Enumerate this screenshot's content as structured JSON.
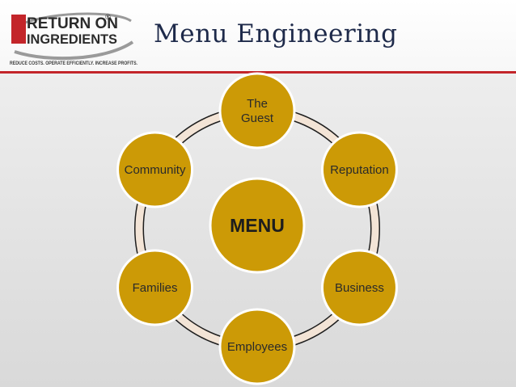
{
  "header": {
    "title": "Menu Engineering",
    "logo": {
      "line1": "RETURN ON",
      "registered": "®",
      "line2": "INGREDIENTS",
      "tagline": "REDUCE COSTS. OPERATE EFFICIENTLY. INCREASE PROFITS."
    }
  },
  "diagram": {
    "center": "MENU",
    "nodes": [
      {
        "lines": [
          "The",
          "Guest"
        ]
      },
      {
        "lines": [
          "Reputation"
        ]
      },
      {
        "lines": [
          "Business"
        ]
      },
      {
        "lines": [
          "Employees"
        ]
      },
      {
        "lines": [
          "Families"
        ]
      },
      {
        "lines": [
          "Community"
        ]
      }
    ],
    "colors": {
      "node_fill": "#cc9a06",
      "node_stroke": "#ffffff",
      "ring_fill": "#f3e4d6",
      "ring_stroke": "#1e1e1e",
      "accent_rule": "#c3252a",
      "title_color": "#1e2a4a"
    }
  }
}
